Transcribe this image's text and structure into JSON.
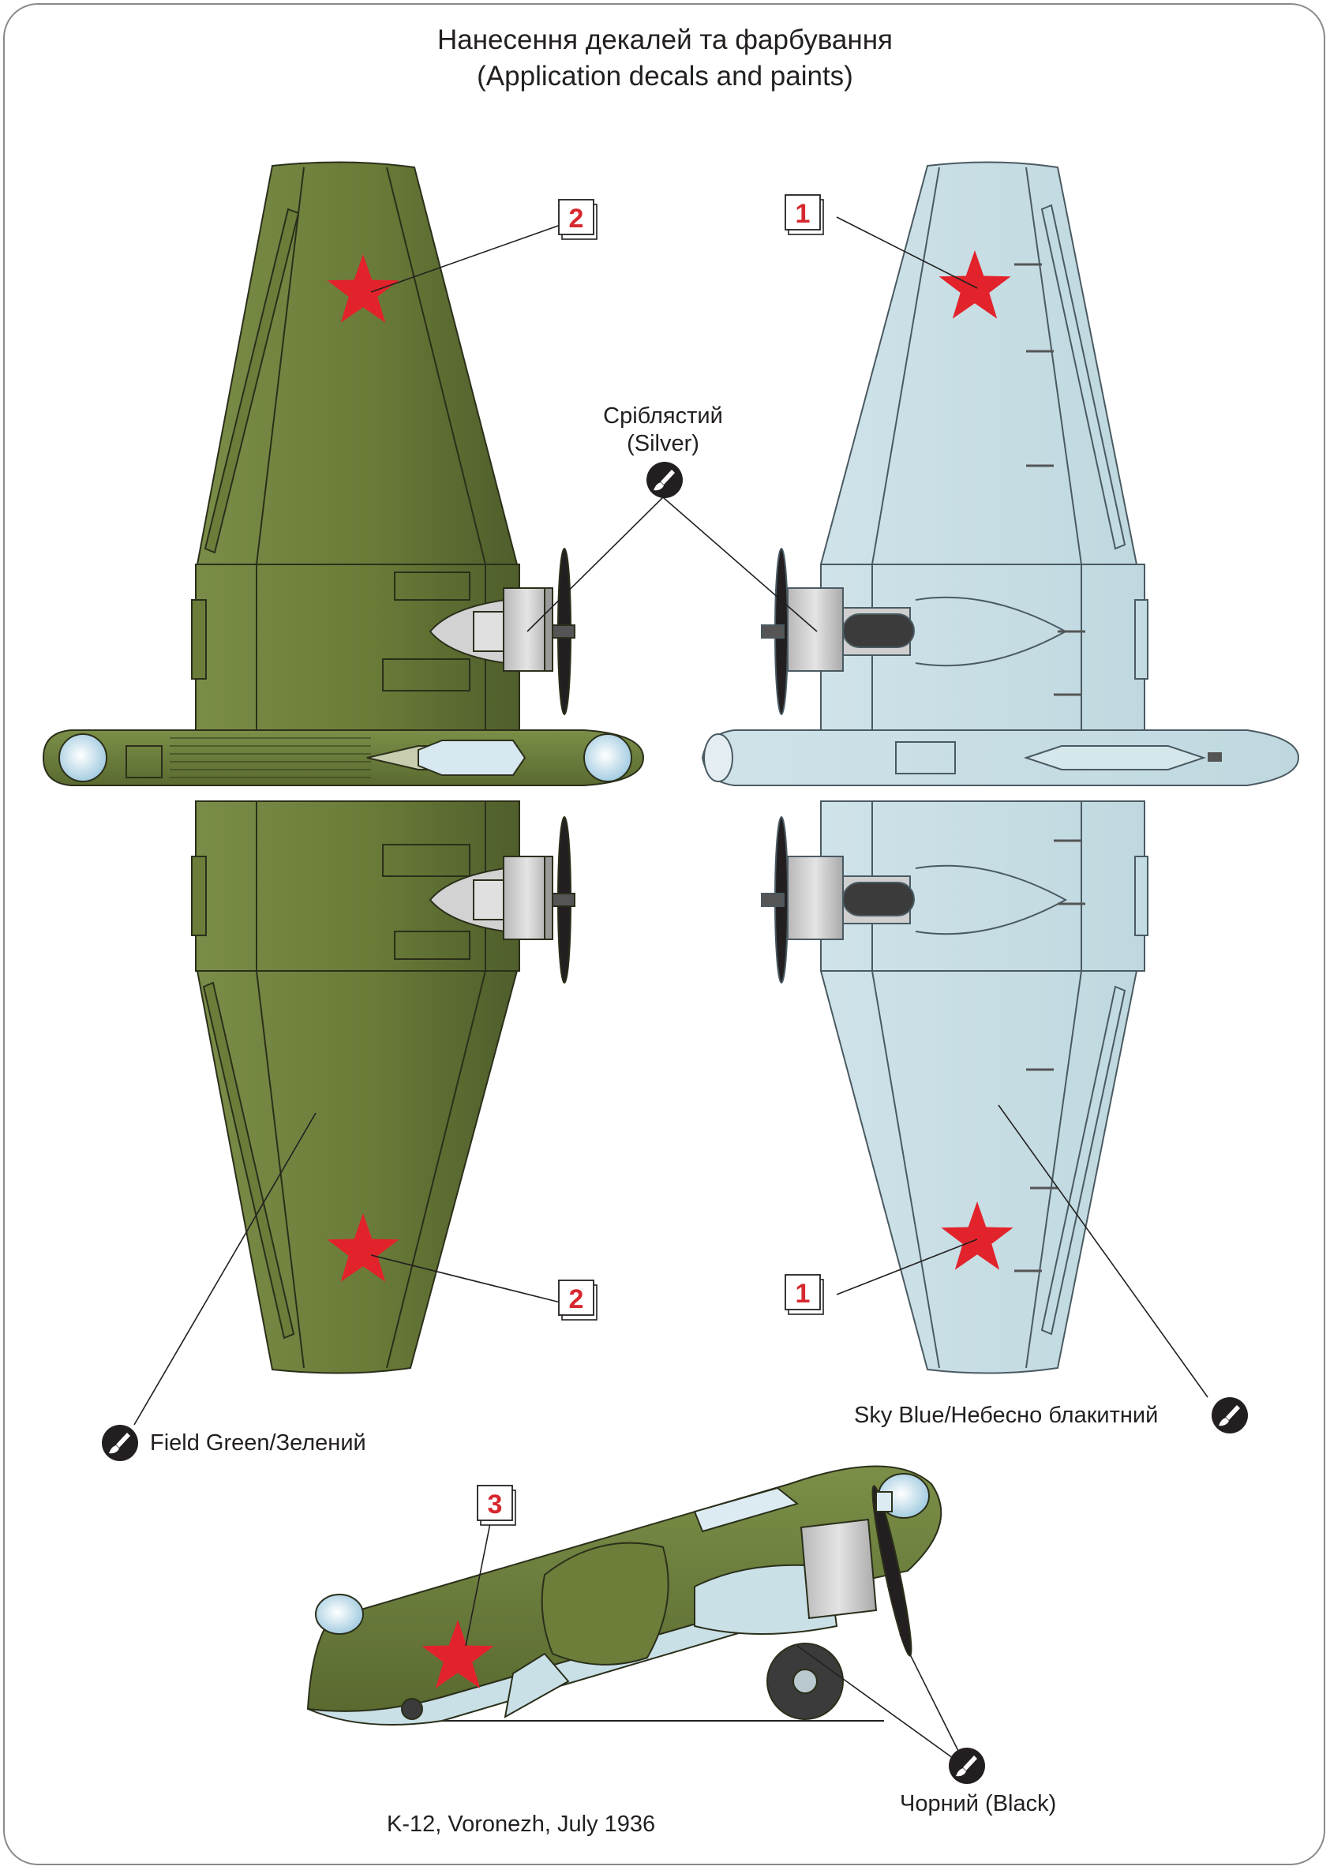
{
  "title": {
    "line1": "Нанесення декалей та фарбування",
    "line2": "(Application decals and paints)"
  },
  "paints": {
    "silver": {
      "name_ua": "Сріблястий",
      "name_en": "(Silver)",
      "color": "#d9d9d9"
    },
    "field_green": {
      "label": "Field Green/Зелений",
      "color": "#6f7d3c"
    },
    "sky_blue": {
      "label": "Sky Blue/Небесно блакитний",
      "color": "#c8dfe5"
    },
    "black": {
      "label": "Чорний (Black)",
      "color": "#231f20"
    }
  },
  "decals": {
    "upper_left_top": "2",
    "upper_left_bottom": "2",
    "lower_right_top": "1",
    "lower_right_bottom": "1",
    "side": "3"
  },
  "star_color": "#e2232b",
  "caption": "K-12, Voronezh, July 1936"
}
